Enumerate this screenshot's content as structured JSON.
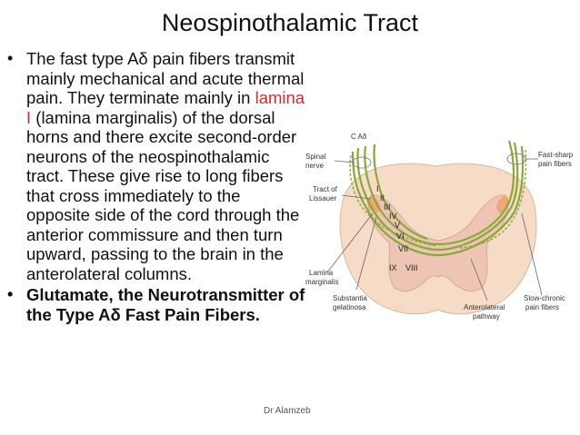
{
  "title": "Neospinothalamic Tract",
  "bullet1": {
    "before": "The fast type Aδ pain fibers transmit mainly mechanical and acute thermal pain. They terminate mainly in ",
    "highlight": "lamina I",
    "after": " (lamina marginalis) of the dorsal horns and there excite second-order neurons of the neospinothalamic tract. These give rise to long fibers that cross immediately to the opposite side of the cord through the anterior commissure and then turn upward, passing to the brain in the anterolateral columns."
  },
  "bullet2": "Glutamate, the Neurotransmitter of the Type Aδ Fast Pain Fibers.",
  "footer": "Dr Alamzeb",
  "diagram": {
    "labels": {
      "c_adelta": "C Aδ",
      "spinal_nerve_1": "Spinal",
      "spinal_nerve_2": "nerve",
      "tract_lissauer_1": "Tract of",
      "tract_lissauer_2": "Lissauer",
      "fast_sharp_1": "Fast-sharp",
      "fast_sharp_2": "pain fibers",
      "lamina_marginalis_1": "Lamina",
      "lamina_marginalis_2": "marginalis",
      "substantia_1": "Substantia",
      "substantia_2": "gelatinosa",
      "anterolateral_1": "Anterolateral",
      "anterolateral_2": "pathway",
      "slow_chronic_1": "Slow-chronic",
      "slow_chronic_2": "pain fibers"
    },
    "laminae": [
      "I",
      "II",
      "III",
      "IV",
      "V",
      "VI",
      "VII",
      "VIII",
      "IX"
    ]
  },
  "colors": {
    "highlight": "#d42a2a",
    "fiber_green": "#8aa83a",
    "cord_outer": "#f6dcc6",
    "gray_matter": "#eec4b4"
  }
}
